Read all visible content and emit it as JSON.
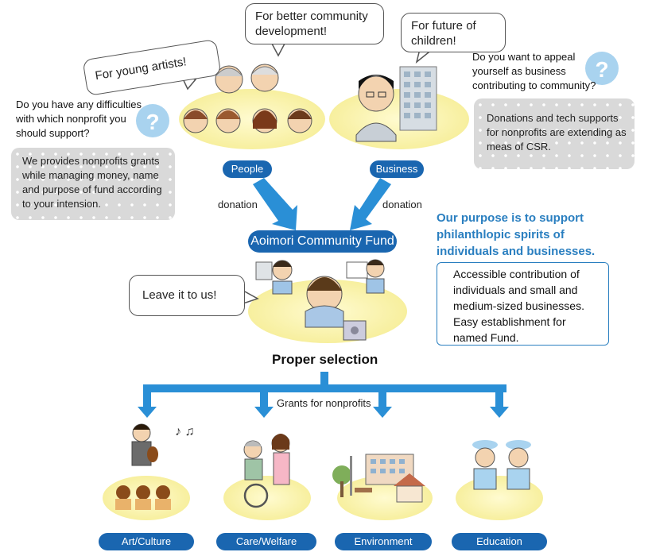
{
  "bubbles": {
    "young_artists": "For young artists!",
    "better_community": "For better community development!",
    "future_children": "For future of children!",
    "leave_it": "Leave it to us!"
  },
  "questions": {
    "difficulties": "Do you have any difficulties with which nonprofit you should support?",
    "appeal": "Do you want to appeal yourself as business contributing to community?"
  },
  "info_boxes": {
    "grants": "We provides nonprofits grants while managing money, name and purpose of fund according to your intension.",
    "donations": "Donations and tech supports for nonprofits are extending as meas of CSR."
  },
  "donors": {
    "people": "People",
    "business": "Business",
    "donation_left": "donation",
    "donation_right": "donation"
  },
  "fund": {
    "name": "Aoimori Community Fund",
    "selection": "Proper selection",
    "grants_label": "Grants for nonprofits"
  },
  "purpose": {
    "heading": "Our purpose is to support philanthlopic spirits of individuals and businesses.",
    "body": "Accessible contribution of individuals and small and medium-sized businesses. Easy establishment for named Fund."
  },
  "categories": [
    "Art/Culture",
    "Care/Welfare",
    "Environment",
    "Education"
  ],
  "colors": {
    "brand_blue": "#1a66b0",
    "arrow_blue": "#2a8fd6",
    "accent_text": "#2a7fc0",
    "platform_yellow": "#fbf5b8"
  }
}
